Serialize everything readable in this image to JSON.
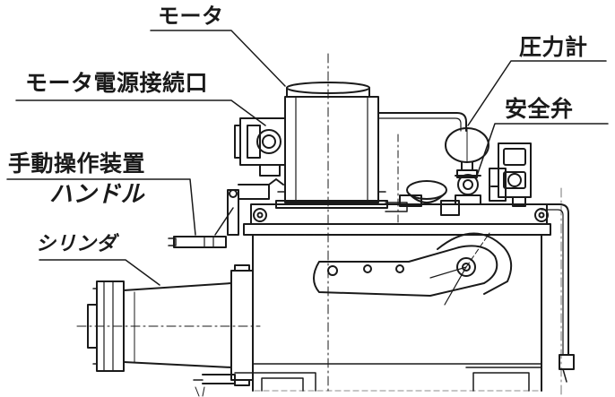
{
  "labels": {
    "motor": "モータ",
    "pressure_gauge": "圧力計",
    "motor_power_port": "モータ電源接続口",
    "safety_valve": "安全弁",
    "manual_device": "手動操作装置",
    "handle": "ハンドル",
    "cylinder": "シリンダ"
  },
  "colors": {
    "ink": "#1a1a1a",
    "background": "#ffffff"
  }
}
